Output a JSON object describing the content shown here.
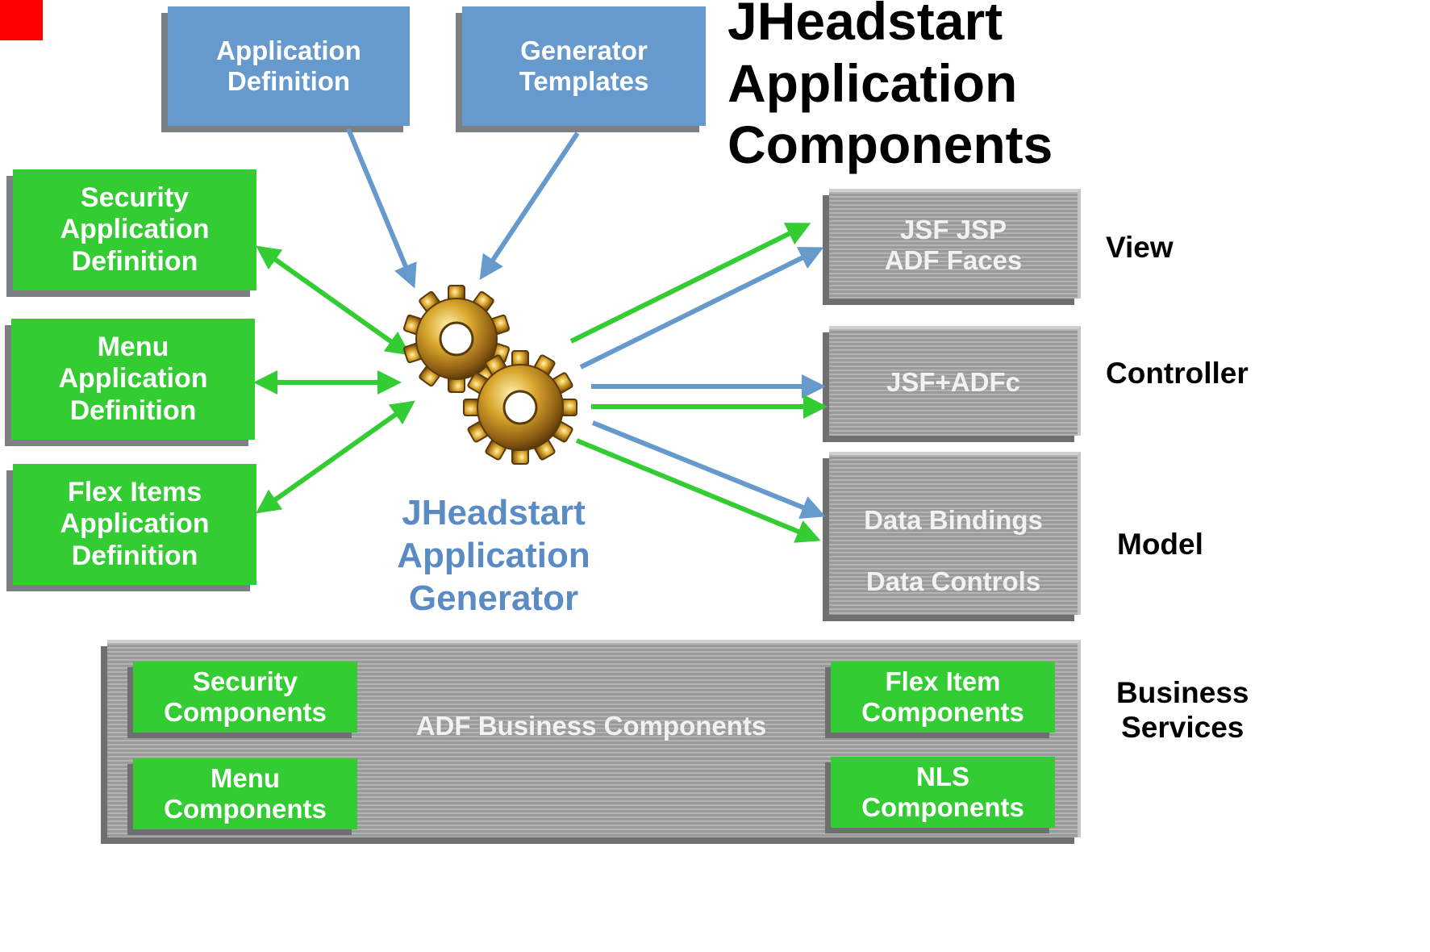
{
  "title": {
    "line1": "JHeadstart",
    "line2": "Application",
    "line3": "Components"
  },
  "inputs": {
    "app_def": {
      "line1": "Application",
      "line2": "Definition"
    },
    "gen_templates": {
      "line1": "Generator",
      "line2": "Templates"
    }
  },
  "definitions": [
    {
      "line1": "Security",
      "line2": "Application",
      "line3": "Definition"
    },
    {
      "line1": "Menu",
      "line2": "Application",
      "line3": "Definition"
    },
    {
      "line1": "Flex Items",
      "line2": "Application",
      "line3": "Definition"
    }
  ],
  "generator": {
    "line1": "JHeadstart",
    "line2": "Application",
    "line3": "Generator",
    "icon": "gears-icon"
  },
  "layers": {
    "view": {
      "line1": "JSF JSP",
      "line2": "ADF Faces",
      "label": "View"
    },
    "controller": {
      "text": "JSF+ADFc",
      "label": "Controller"
    },
    "model": {
      "line1": "Data Bindings",
      "line2": "Data Controls",
      "label": "Model"
    },
    "business": {
      "text": "ADF Business Components",
      "label_line1": "Business",
      "label_line2": "Services"
    }
  },
  "business_components": {
    "security": {
      "line1": "Security",
      "line2": "Components"
    },
    "menu": {
      "line1": "Menu",
      "line2": "Components"
    },
    "flex": {
      "line1": "Flex Item",
      "line2": "Components"
    },
    "nls": {
      "line1": "NLS",
      "line2": "Components"
    }
  },
  "colors": {
    "blue_box": "#6699cc",
    "green_box": "#33cc33",
    "grey_layer": "#a8a8a8",
    "generator_text": "#5b8bc4",
    "arrow_blue": "#6699cc",
    "arrow_green": "#33cc33",
    "corner_mark": "#ff0000"
  }
}
